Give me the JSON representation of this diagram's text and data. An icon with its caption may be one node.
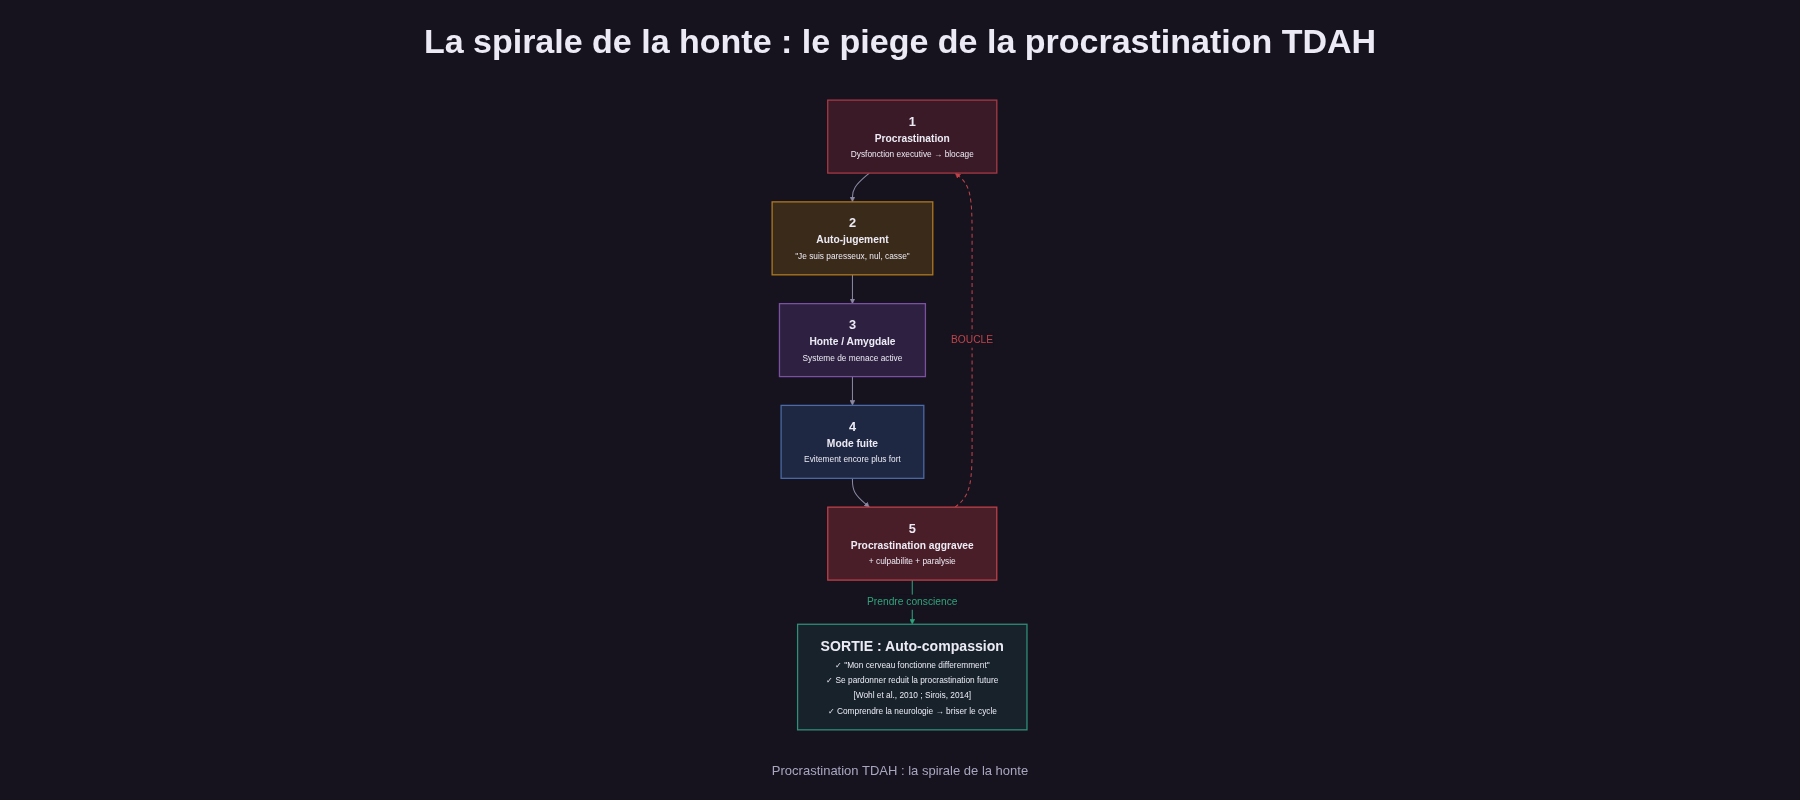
{
  "diagram": {
    "title": "La spirale de la honte : le piege de la procrastination TDAH",
    "caption": "Procrastination TDAH : la spirale de la honte",
    "nodes": [
      {
        "text": [
          "1",
          "Procrastination",
          "Dysfonction executive → blocage"
        ]
      },
      {
        "text": [
          "2",
          "Auto-jugement",
          "\"Je suis paresseux, nul, casse\""
        ]
      },
      {
        "text": [
          "3",
          "Honte / Amygdale",
          "Systeme de menace active"
        ]
      },
      {
        "text": [
          "4",
          "Mode fuite",
          "Evitement encore plus fort"
        ]
      },
      {
        "text": [
          "5",
          "Procrastination aggravee",
          "+ culpabilite + paralysie"
        ]
      },
      {
        "text": [
          "SORTIE : Auto-compassion",
          "✓ \"Mon cerveau fonctionne differemment\"",
          "✓ Se pardonner reduit la procrastination future",
          "[Wohl et al., 2010 ; Sirois, 2014]",
          "✓ Comprendre la neurologie → briser le cycle"
        ]
      }
    ],
    "edges": [
      {
        "from": 0,
        "to": 1,
        "arrow": "to"
      },
      {
        "from": 1,
        "to": 2,
        "arrow": "to"
      },
      {
        "from": 2,
        "to": 3,
        "arrow": "to"
      },
      {
        "from": 3,
        "to": 4,
        "arrow": "to"
      },
      {
        "from": 4,
        "to": 0,
        "arrow": "to",
        "style": "dashed",
        "color": "#c0444a",
        "label": "BOUCLE"
      },
      {
        "from": 4,
        "to": 5,
        "arrow": "to",
        "color": "#2fa37a",
        "label": "Prendre conscience"
      }
    ]
  }
}
